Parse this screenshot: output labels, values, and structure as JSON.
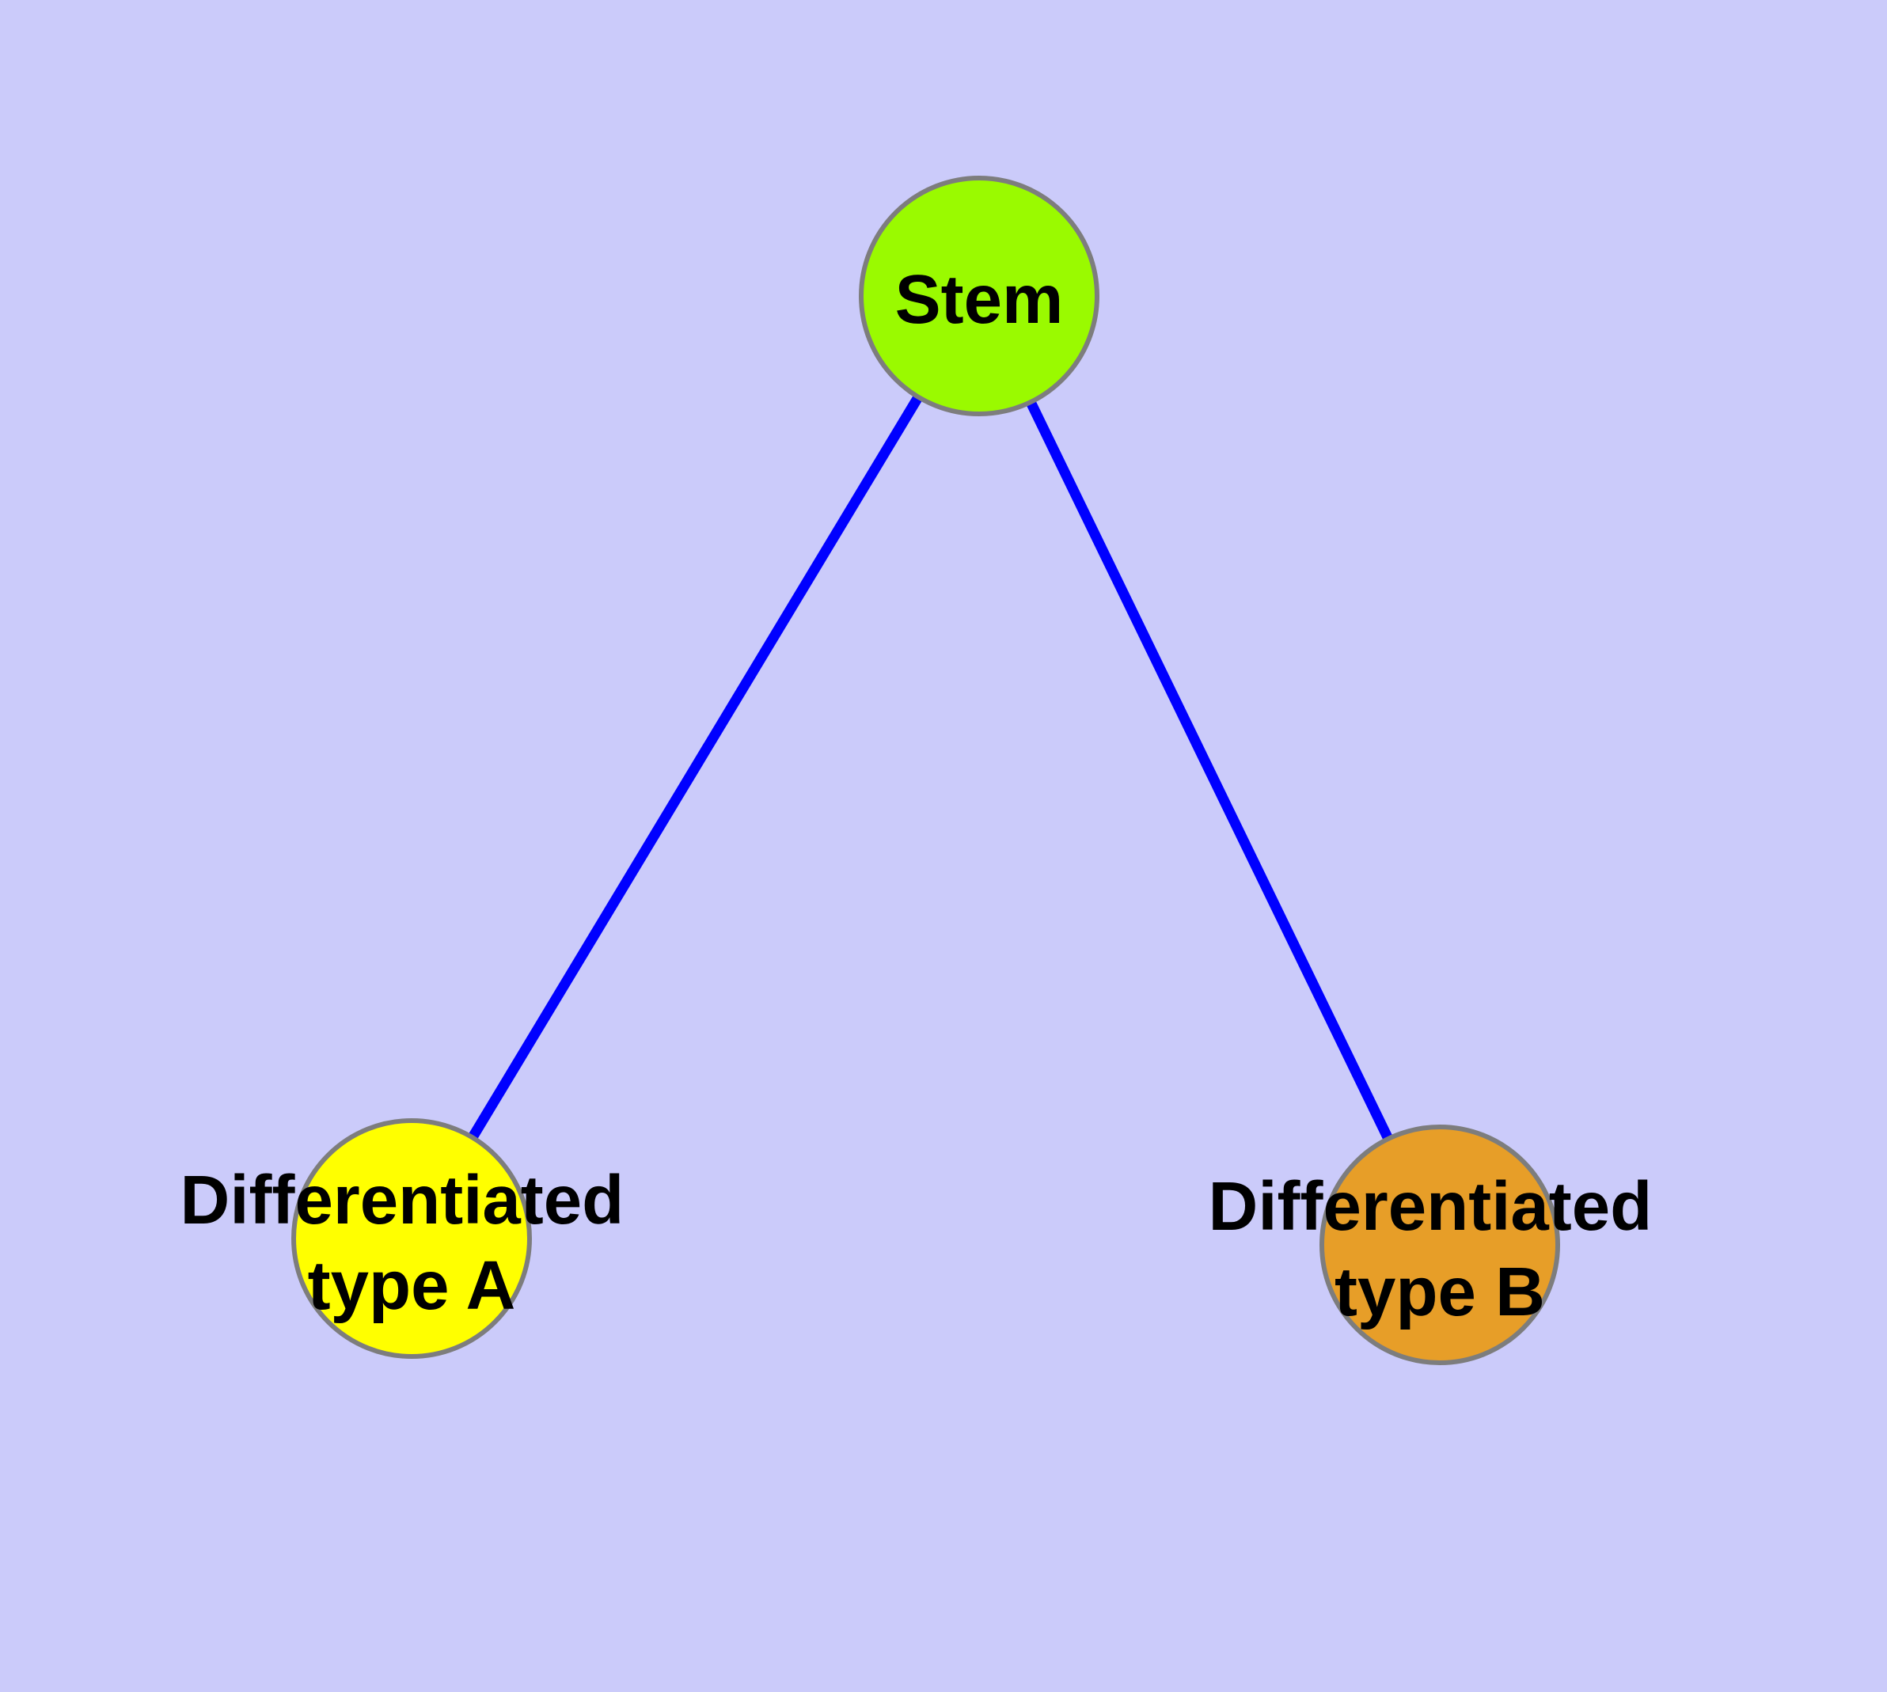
{
  "diagram": {
    "type": "node-link-graph",
    "background_color": "#CBCBFA",
    "edge_color": "#0000FF",
    "node_border_color": "#7D7D7D",
    "text_color": "#000000",
    "nodes": [
      {
        "id": "stem",
        "label": "Stem",
        "lines": [
          "Stem"
        ],
        "fill": "#9AFA00",
        "position": "top-center"
      },
      {
        "id": "differentiated-type-a",
        "label": "Differentiated type A",
        "lines": [
          "Differentiated",
          "type A"
        ],
        "fill": "#FFFF00",
        "position": "bottom-left"
      },
      {
        "id": "differentiated-type-b",
        "label": "Differentiated type B",
        "lines": [
          "Differentiated",
          "type B"
        ],
        "fill": "#E79E28",
        "position": "bottom-right"
      }
    ],
    "edges": [
      {
        "from": "Stem",
        "to": "Differentiated type A"
      },
      {
        "from": "Stem",
        "to": "Differentiated type B"
      }
    ]
  }
}
